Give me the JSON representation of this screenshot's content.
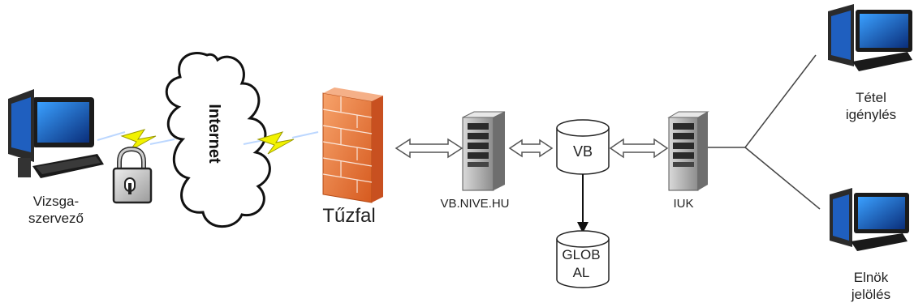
{
  "nodes": {
    "organizer": {
      "line1": "Vizsga-",
      "line2": "szervező",
      "icon": "computer-icon"
    },
    "internet": {
      "label": "Internet",
      "icon": "cloud-icon"
    },
    "lock": {
      "icon": "padlock-icon"
    },
    "firewall": {
      "label": "Tűzfal",
      "icon": "firewall-icon"
    },
    "vb_server": {
      "label": "VB.NIVE.HU",
      "icon": "server-icon"
    },
    "vb_db": {
      "label": "VB",
      "icon": "database-icon"
    },
    "global_db": {
      "line1": "GLOB",
      "line2": "AL",
      "icon": "database-icon"
    },
    "iuk_server": {
      "label": "IUK",
      "icon": "server-icon"
    },
    "item_request": {
      "line1": "Tétel",
      "line2": "igénylés",
      "icon": "computer-icon"
    },
    "chair_nomination": {
      "line1": "Elnök",
      "line2": "jelölés",
      "icon": "computer-icon"
    }
  },
  "colors": {
    "lightning": "#f2f200",
    "firewall": "#e8733a",
    "cloud_stroke": "#111111",
    "connector": "#444444"
  }
}
